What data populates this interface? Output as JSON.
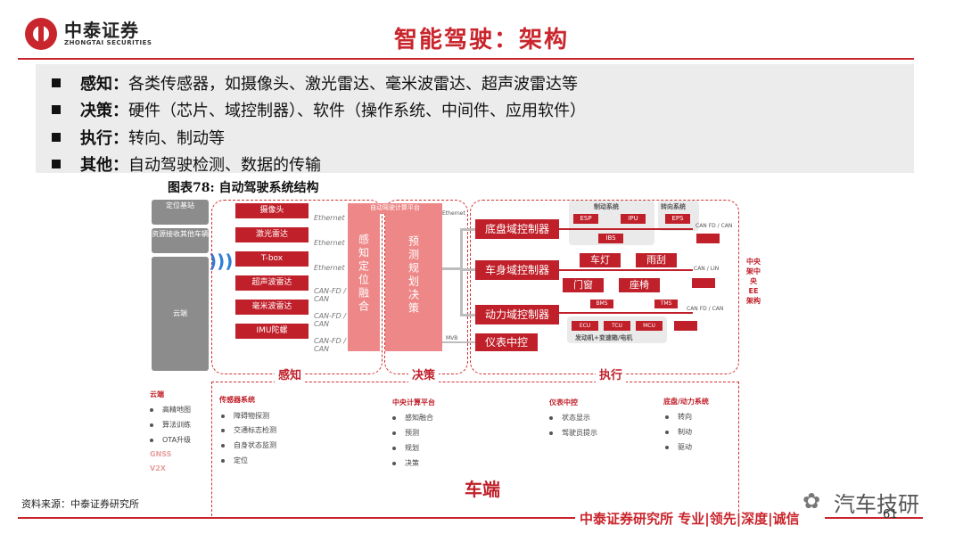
{
  "header": {
    "logo_cn": "中泰证券",
    "logo_en": "ZHONGTAI SECURITIES",
    "title": "智能驾驶：架构"
  },
  "bullets": [
    {
      "key": "感知：",
      "text": "各类传感器，如摄像头、激光雷达、毫米波雷达、超声波雷达等"
    },
    {
      "key": "决策：",
      "text": "硬件（芯片、域控制器）、软件（操作系统、中间件、应用软件）"
    },
    {
      "key": "执行：",
      "text": "转向、制动等"
    },
    {
      "key": "其他：",
      "text": "自动驾驶检测、数据的传输"
    }
  ],
  "figure": {
    "title": "图表78: 自动驾驶系统结构",
    "cloud_boxes": [
      "定位基站",
      "资源接收其他车辆",
      "云端"
    ],
    "sensors": [
      "摄像头",
      "激光雷达",
      "T-box",
      "超声波雷达",
      "毫米波雷达",
      "IMU陀螺"
    ],
    "links": [
      "Ethernet",
      "Ethernet",
      "Ethernet",
      "CAN-FD / CAN",
      "CAN-FD / CAN",
      "CAN-FD / CAN"
    ],
    "fusion_header": "自动驾驶计算平台",
    "fusion": "感知定位融合",
    "planning": "预测规划决策",
    "seg_perception": "感知",
    "seg_decision": "决策",
    "seg_execution": "执行",
    "controllers": [
      "底盘域控制器",
      "车身域控制器",
      "动力域控制器",
      "仪表中控"
    ],
    "brake_title": "制动系统",
    "brake_units": [
      "ESP",
      "IPU",
      "IBS"
    ],
    "steer_title": "转向系统",
    "steer_units": [
      "EPS"
    ],
    "body_units": [
      "车灯",
      "雨刮",
      "门窗",
      "座椅"
    ],
    "power_units": [
      "BMS",
      "TMS",
      "ECU",
      "TCU",
      "MCU"
    ],
    "power_caption": "发动机+变速箱/电机",
    "bus_labels": [
      "Ethernet",
      "CAN FD / CAN",
      "CAN / LIN",
      "CAN FD / CAN",
      "MVB"
    ],
    "side_note": "中央架中央EE架构",
    "vehicle_label": "车端"
  },
  "columns": [
    {
      "title": "云端",
      "items": [
        "高精地图",
        "算法训练",
        "OTA升级"
      ],
      "extra": [
        "GNSS",
        "V2X"
      ]
    },
    {
      "title": "传感器系统",
      "items": [
        "障碍物探测",
        "交通标志检测",
        "自身状态监测",
        "定位"
      ]
    },
    {
      "title": "中央计算平台",
      "items": [
        "感知融合",
        "预测",
        "规划",
        "决策"
      ]
    },
    {
      "title": "仪表中控",
      "items": [
        "状态显示",
        "驾驶员提示"
      ]
    },
    {
      "title": "底盘/动力系统",
      "items": [
        "转向",
        "制动",
        "驱动"
      ]
    }
  ],
  "footer": {
    "source": "资料来源：中泰证券研究所",
    "brand": "中泰证券研究所 专业|领先|深度|诚信",
    "page": "61",
    "watermark": "汽车技研"
  },
  "colors": {
    "brand_red": "#c9252c",
    "box_red": "#c0202a",
    "fusion_pink": "#ee8888",
    "gray": "#8c8c8c"
  }
}
